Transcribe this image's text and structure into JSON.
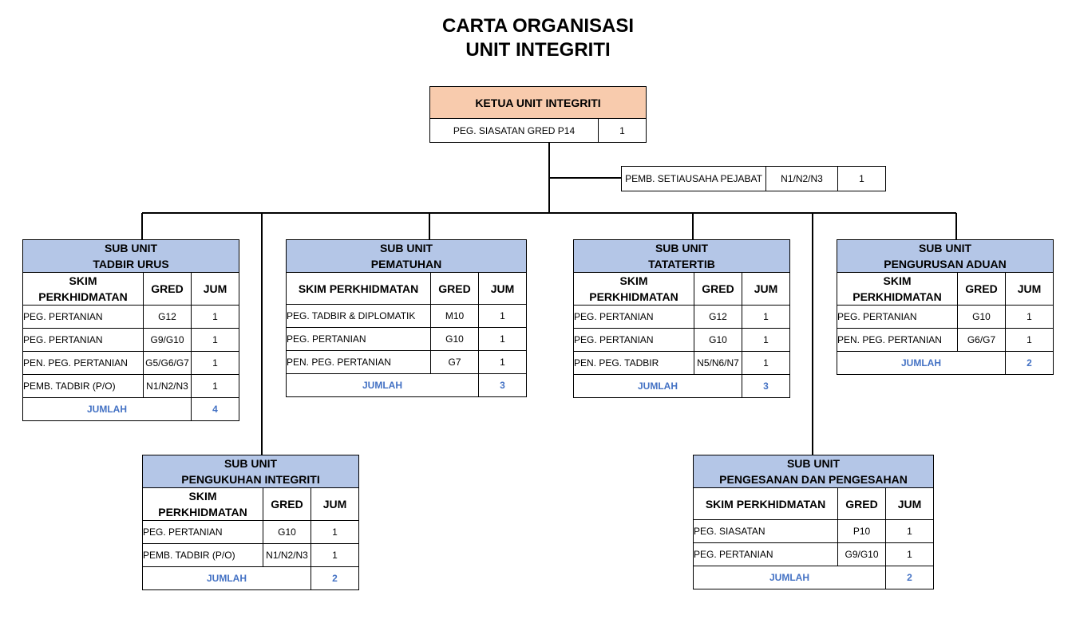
{
  "title": {
    "line1": "CARTA ORGANISASI",
    "line2": "UNIT INTEGRITI"
  },
  "head": {
    "label": "KETUA UNIT INTEGRITI",
    "skim": "PEG. SIASATAN GRED P14",
    "jum": "1"
  },
  "assistant": {
    "skim": "PEMB. SETIAUSAHA PEJABAT",
    "gred": "N1/N2/N3",
    "jum": "1"
  },
  "columns": {
    "skim": "SKIM PERKHIDMATAN",
    "gred": "GRED",
    "jum": "JUM"
  },
  "total_label": "JUMLAH",
  "units": {
    "tadbir": {
      "line1": "SUB UNIT",
      "line2": "TADBIR URUS",
      "total": "4",
      "rows": [
        {
          "skim": "PEG. PERTANIAN",
          "gred": "G12",
          "jum": "1"
        },
        {
          "skim": "PEG. PERTANIAN",
          "gred": "G9/G10",
          "jum": "1"
        },
        {
          "skim": "PEN. PEG. PERTANIAN",
          "gred": "G5/G6/G7",
          "jum": "1"
        },
        {
          "skim": "PEMB. TADBIR (P/O)",
          "gred": "N1/N2/N3",
          "jum": "1"
        }
      ]
    },
    "pematuhan": {
      "line1": "SUB UNIT",
      "line2": "PEMATUHAN",
      "total": "3",
      "rows": [
        {
          "skim": "PEG. TADBIR & DIPLOMATIK",
          "gred": "M10",
          "jum": "1"
        },
        {
          "skim": "PEG. PERTANIAN",
          "gred": "G10",
          "jum": "1"
        },
        {
          "skim": "PEN. PEG. PERTANIAN",
          "gred": "G7",
          "jum": "1"
        }
      ]
    },
    "tatatertib": {
      "line1": "SUB UNIT",
      "line2": "TATATERTIB",
      "total": "3",
      "rows": [
        {
          "skim": "PEG. PERTANIAN",
          "gred": "G12",
          "jum": "1"
        },
        {
          "skim": "PEG. PERTANIAN",
          "gred": "G10",
          "jum": "1"
        },
        {
          "skim": "PEN. PEG. TADBIR",
          "gred": "N5/N6/N7",
          "jum": "1"
        }
      ]
    },
    "aduan": {
      "line1": "SUB UNIT",
      "line2": "PENGURUSAN ADUAN",
      "total": "2",
      "rows": [
        {
          "skim": "PEG. PERTANIAN",
          "gred": "G10",
          "jum": "1"
        },
        {
          "skim": "PEN. PEG. PERTANIAN",
          "gred": "G6/G7",
          "jum": "1"
        }
      ]
    },
    "pengukuhan": {
      "line1": "SUB UNIT",
      "line2": "PENGUKUHAN INTEGRITI",
      "total": "2",
      "rows": [
        {
          "skim": "PEG. PERTANIAN",
          "gred": "G10",
          "jum": "1"
        },
        {
          "skim": "PEMB. TADBIR (P/O)",
          "gred": "N1/N2/N3",
          "jum": "1"
        }
      ]
    },
    "pengesanan": {
      "line1": "SUB UNIT",
      "line2": "PENGESANAN DAN PENGESAHAN",
      "total": "2",
      "rows": [
        {
          "skim": "PEG. SIASATAN",
          "gred": "P10",
          "jum": "1"
        },
        {
          "skim": "PEG. PERTANIAN",
          "gred": "G9/G10",
          "jum": "1"
        }
      ]
    }
  }
}
